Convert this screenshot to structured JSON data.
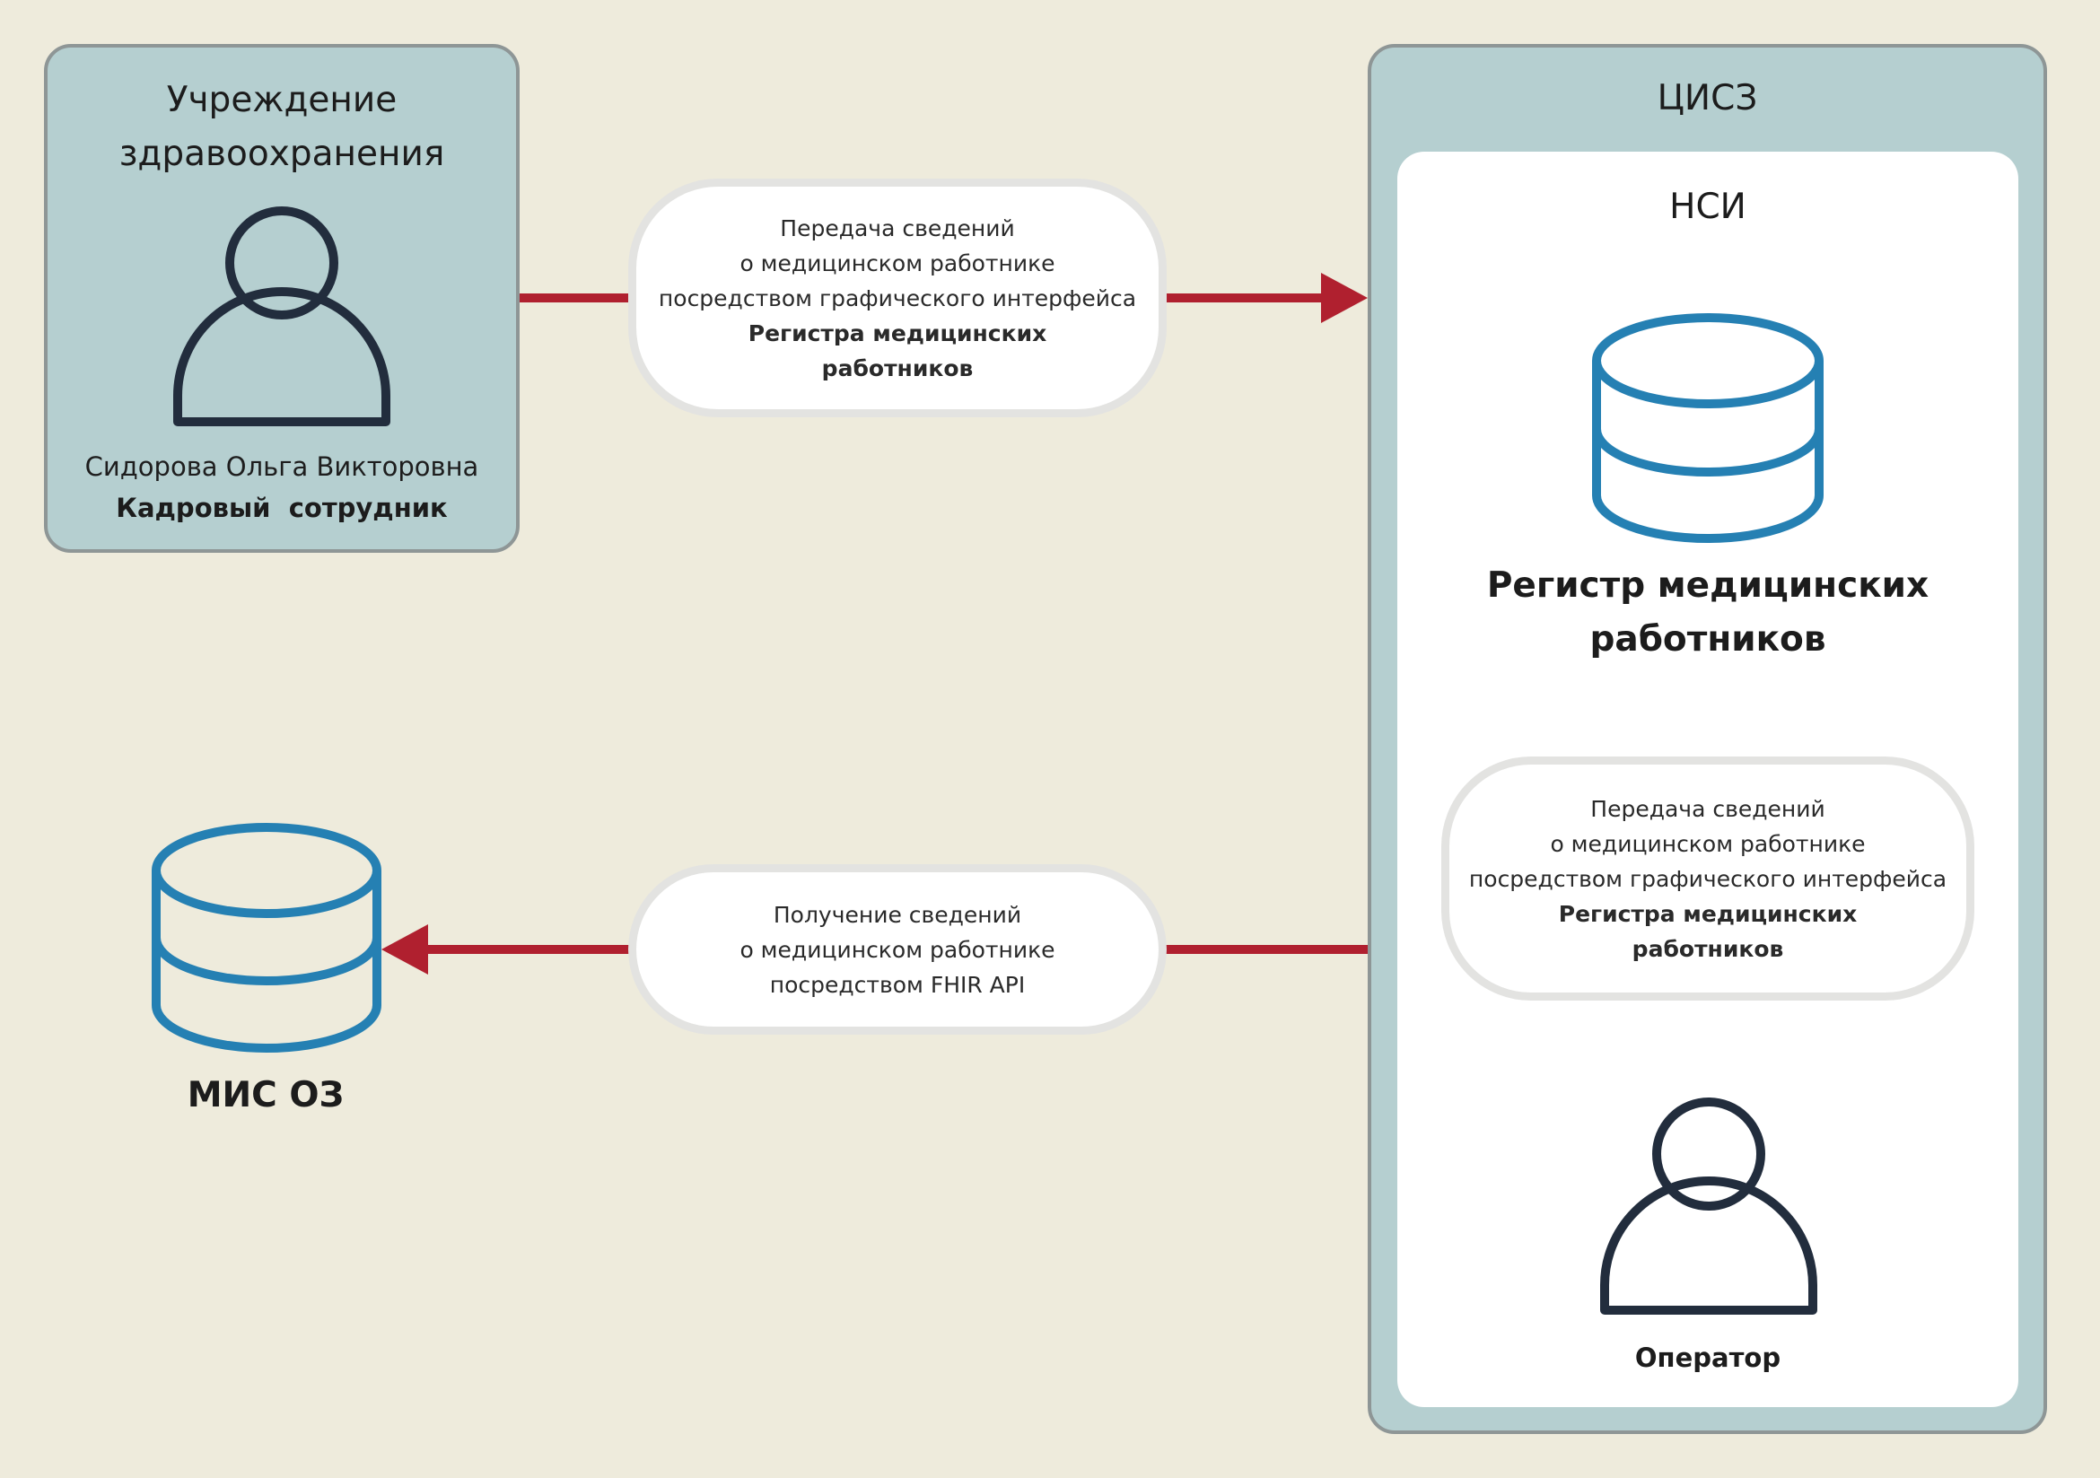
{
  "health_institution": {
    "title_line1": "Учреждение",
    "title_line2": "здравоохранения",
    "person_name": "Сидорова Ольга Викторовна",
    "person_role": "Кадровый  сотрудник"
  },
  "cisz": {
    "title": "ЦИСЗ",
    "nsi": {
      "title": "НСИ",
      "register_line1": "Регистр медицинских",
      "register_line2": "работников",
      "operator_label": "Оператор"
    }
  },
  "mis": {
    "label": "МИС ОЗ"
  },
  "flows": {
    "to_register_top": {
      "line1": "Передача сведений",
      "line2": "о медицинском работнике",
      "line3": "посредством графического интерфейса",
      "line4": "Регистра медицинских",
      "line5": "работников"
    },
    "to_mis": {
      "line1": "Получение сведений",
      "line2": "о медицинском работнике",
      "line3": "посредством FHIR API"
    },
    "operator_to_register": {
      "line1": "Передача сведений",
      "line2": "о медицинском работнике",
      "line3": "посредством графического интерфейса",
      "line4": "Регистра медицинских",
      "line5": "работников"
    }
  },
  "colors": {
    "background": "#eeebdc",
    "container_fill": "#b5cfd0",
    "container_border": "#8e9696",
    "arrow": "#b0202f",
    "database": "#2580b3",
    "person": "#222d3d"
  }
}
